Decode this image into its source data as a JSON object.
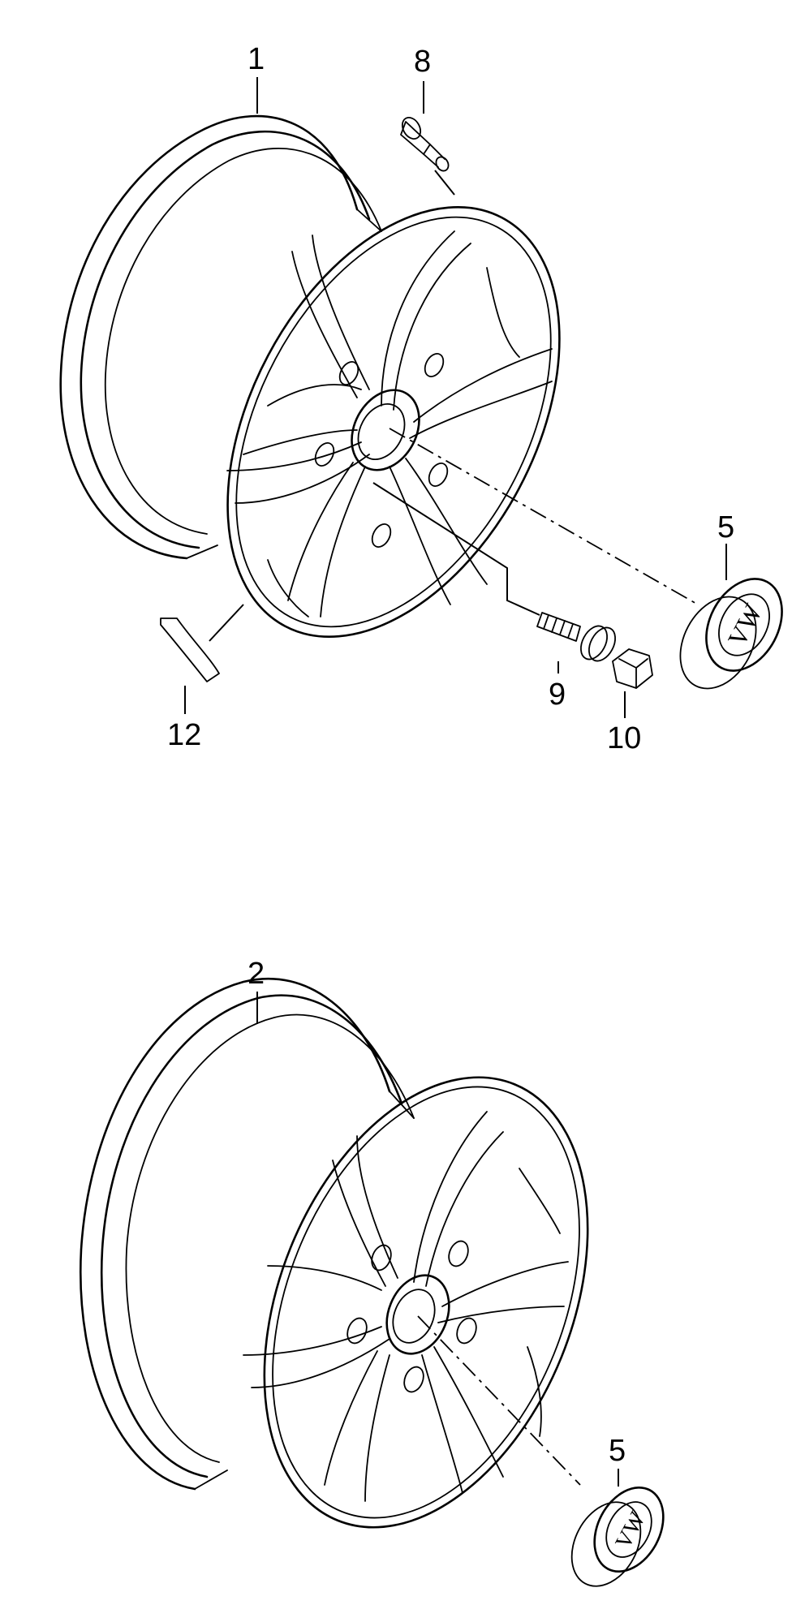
{
  "callouts": {
    "c1": "1",
    "c8": "8",
    "c5_top": "5",
    "c9": "9",
    "c10": "10",
    "c12": "12",
    "c2": "2",
    "c5_bottom": "5"
  },
  "logo": {
    "cap_top": "VW",
    "cap_bottom": "VW"
  }
}
